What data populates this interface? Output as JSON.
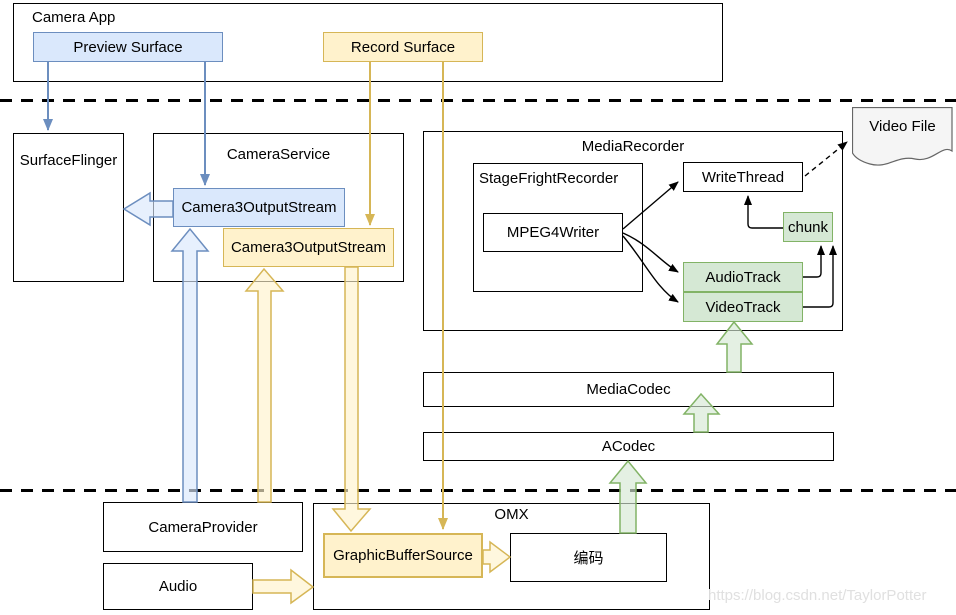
{
  "palette": {
    "blue_fill": "#dae8fc",
    "blue_stroke": "#6c8ebf",
    "yellow_fill": "#fff2cc",
    "yellow_stroke": "#d6b656",
    "green_fill": "#d5e8d4",
    "green_stroke": "#82b366",
    "gray_fill": "#f5f5f5",
    "gray_stroke": "#666666"
  },
  "app_layer": {
    "title": "Camera App",
    "preview_surface": "Preview Surface",
    "record_surface": "Record Surface"
  },
  "framework_layer": {
    "surface_flinger": "SurfaceFlinger",
    "camera_service": {
      "title": "CameraService",
      "preview_stream": "Camera3OutputStream",
      "record_stream": "Camera3OutputStream"
    },
    "media_recorder": {
      "title": "MediaRecorder",
      "stagefright_recorder": {
        "title": "StageFrightRecorder",
        "mpeg4_writer": "MPEG4Writer"
      },
      "write_thread": "WriteThread",
      "chunk": "chunk",
      "audio_track": "AudioTrack",
      "video_track": "VideoTrack"
    },
    "video_file": "Video File",
    "media_codec": "MediaCodec",
    "acodec": "ACodec"
  },
  "hal_layer": {
    "camera_provider": "CameraProvider",
    "audio": "Audio",
    "omx": {
      "title": "OMX",
      "graphic_buffer_source": "GraphicBufferSource",
      "encoder": "编码"
    }
  },
  "watermark": "https://blog.csdn.net/TaylorPotter"
}
